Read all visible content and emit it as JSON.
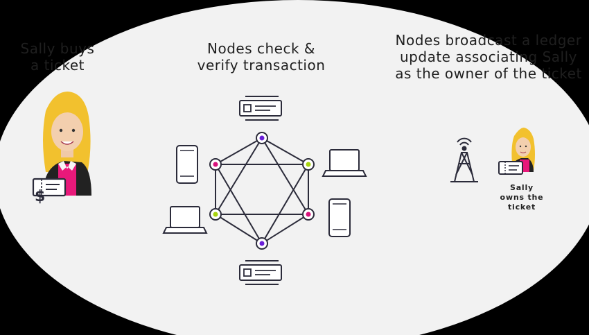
{
  "stage1": {
    "line1": "Sally buys",
    "line2": "a ticket"
  },
  "stage2": {
    "line1": "Nodes check &",
    "line2": "verify transaction"
  },
  "stage3": {
    "line1": "Nodes broadcast a ledger",
    "line2": "update associating Sally",
    "line3": "as the owner of the ticket"
  },
  "stage4": {
    "line1": "Sally",
    "line2": "owns the",
    "line3": "ticket"
  },
  "colors": {
    "background": "#f2f2f2",
    "ink": "#2b2b3a",
    "node_purple": "#6a1fd8",
    "node_magenta": "#d8137c",
    "node_green": "#a8d40f",
    "hair": "#f2c12e",
    "shirt": "#e8197a"
  }
}
